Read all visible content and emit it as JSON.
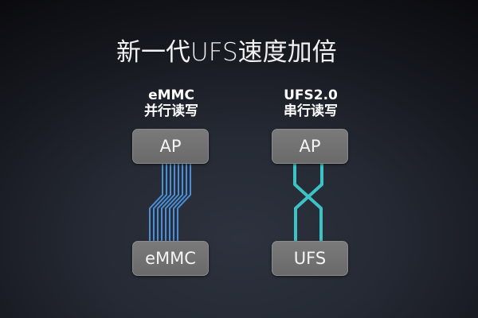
{
  "title": "新一代UFS速度加倍",
  "colors": {
    "background_center": "#2d323e",
    "background_edge": "#0b0b0f",
    "box_fill": "#707070",
    "parallel_wire": "#4a90d9",
    "serial_wire": "#3cc6c8",
    "text": "#ffffff"
  },
  "left": {
    "label_line1": "eMMC",
    "label_line2": "并行读写",
    "top_box": "AP",
    "bottom_box": "eMMC",
    "connection": "parallel",
    "wire_count": 8
  },
  "right": {
    "label_line1": "UFS2.0",
    "label_line2": "串行读写",
    "top_box": "AP",
    "bottom_box": "UFS",
    "connection": "serial",
    "wire_count": 2
  }
}
